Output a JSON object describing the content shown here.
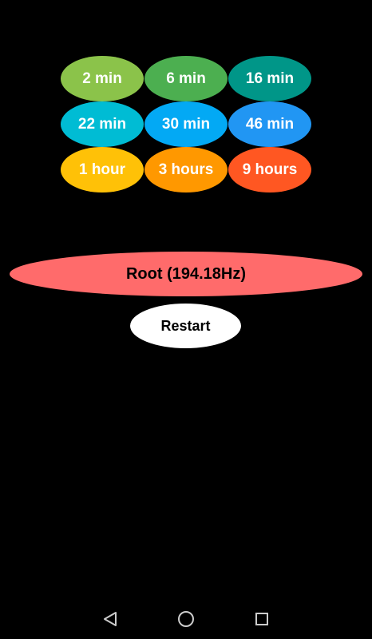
{
  "timers": [
    {
      "label": "2 min",
      "color": "#8BC34A"
    },
    {
      "label": "6 min",
      "color": "#4CAF50"
    },
    {
      "label": "16 min",
      "color": "#009688"
    },
    {
      "label": "22 min",
      "color": "#00BCD4"
    },
    {
      "label": "30 min",
      "color": "#03A9F4"
    },
    {
      "label": "46 min",
      "color": "#2196F3"
    },
    {
      "label": "1 hour",
      "color": "#FFC107"
    },
    {
      "label": "3 hours",
      "color": "#FF9800"
    },
    {
      "label": "9 hours",
      "color": "#FF5722"
    }
  ],
  "root": {
    "label": "Root (194.18Hz)",
    "color": "#FF6B6B"
  },
  "restart": {
    "label": "Restart",
    "color": "#FFFFFF"
  },
  "nav": {
    "back_icon": "back-triangle-icon",
    "home_icon": "home-circle-icon",
    "recent_icon": "recent-square-icon",
    "icon_color": "#CCCCCC"
  }
}
